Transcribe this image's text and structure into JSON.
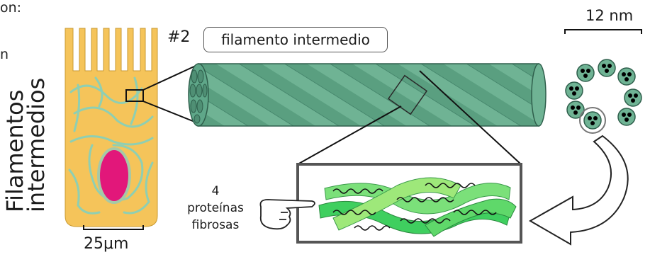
{
  "fragments": {
    "top": "on:",
    "left": "n"
  },
  "title": {
    "number": "#2",
    "label": "filamento intermedio"
  },
  "scale": {
    "nanometer": "12 nm",
    "micrometer": "25μm"
  },
  "vertical_label": {
    "line1": "Filamentos",
    "line2": "intermedios"
  },
  "annotation": {
    "count": "4",
    "line1": "proteínas",
    "line2": "fibrosas"
  },
  "colors": {
    "cell": "#f5c45a",
    "nucleus": "#e2177a",
    "filament": "#5fa789",
    "filament_dark": "#3f7f66",
    "network": "#8ecfb3",
    "protein_light": "#7be07a",
    "protein_mid": "#3fcf5f"
  }
}
